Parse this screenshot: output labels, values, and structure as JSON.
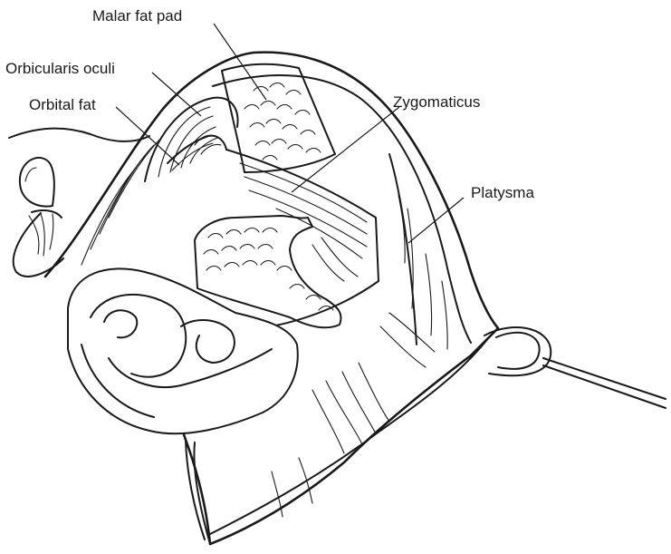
{
  "labels": {
    "malar_fat_pad": "Malar fat pad",
    "orbicularis_oculi": "Orbicularis oculi",
    "orbital_fat": "Orbital fat",
    "zygomaticus": "Zygomaticus",
    "platysma": "Platysma"
  },
  "colors": {
    "ink": "#1a1a1a",
    "background": "#ffffff"
  }
}
